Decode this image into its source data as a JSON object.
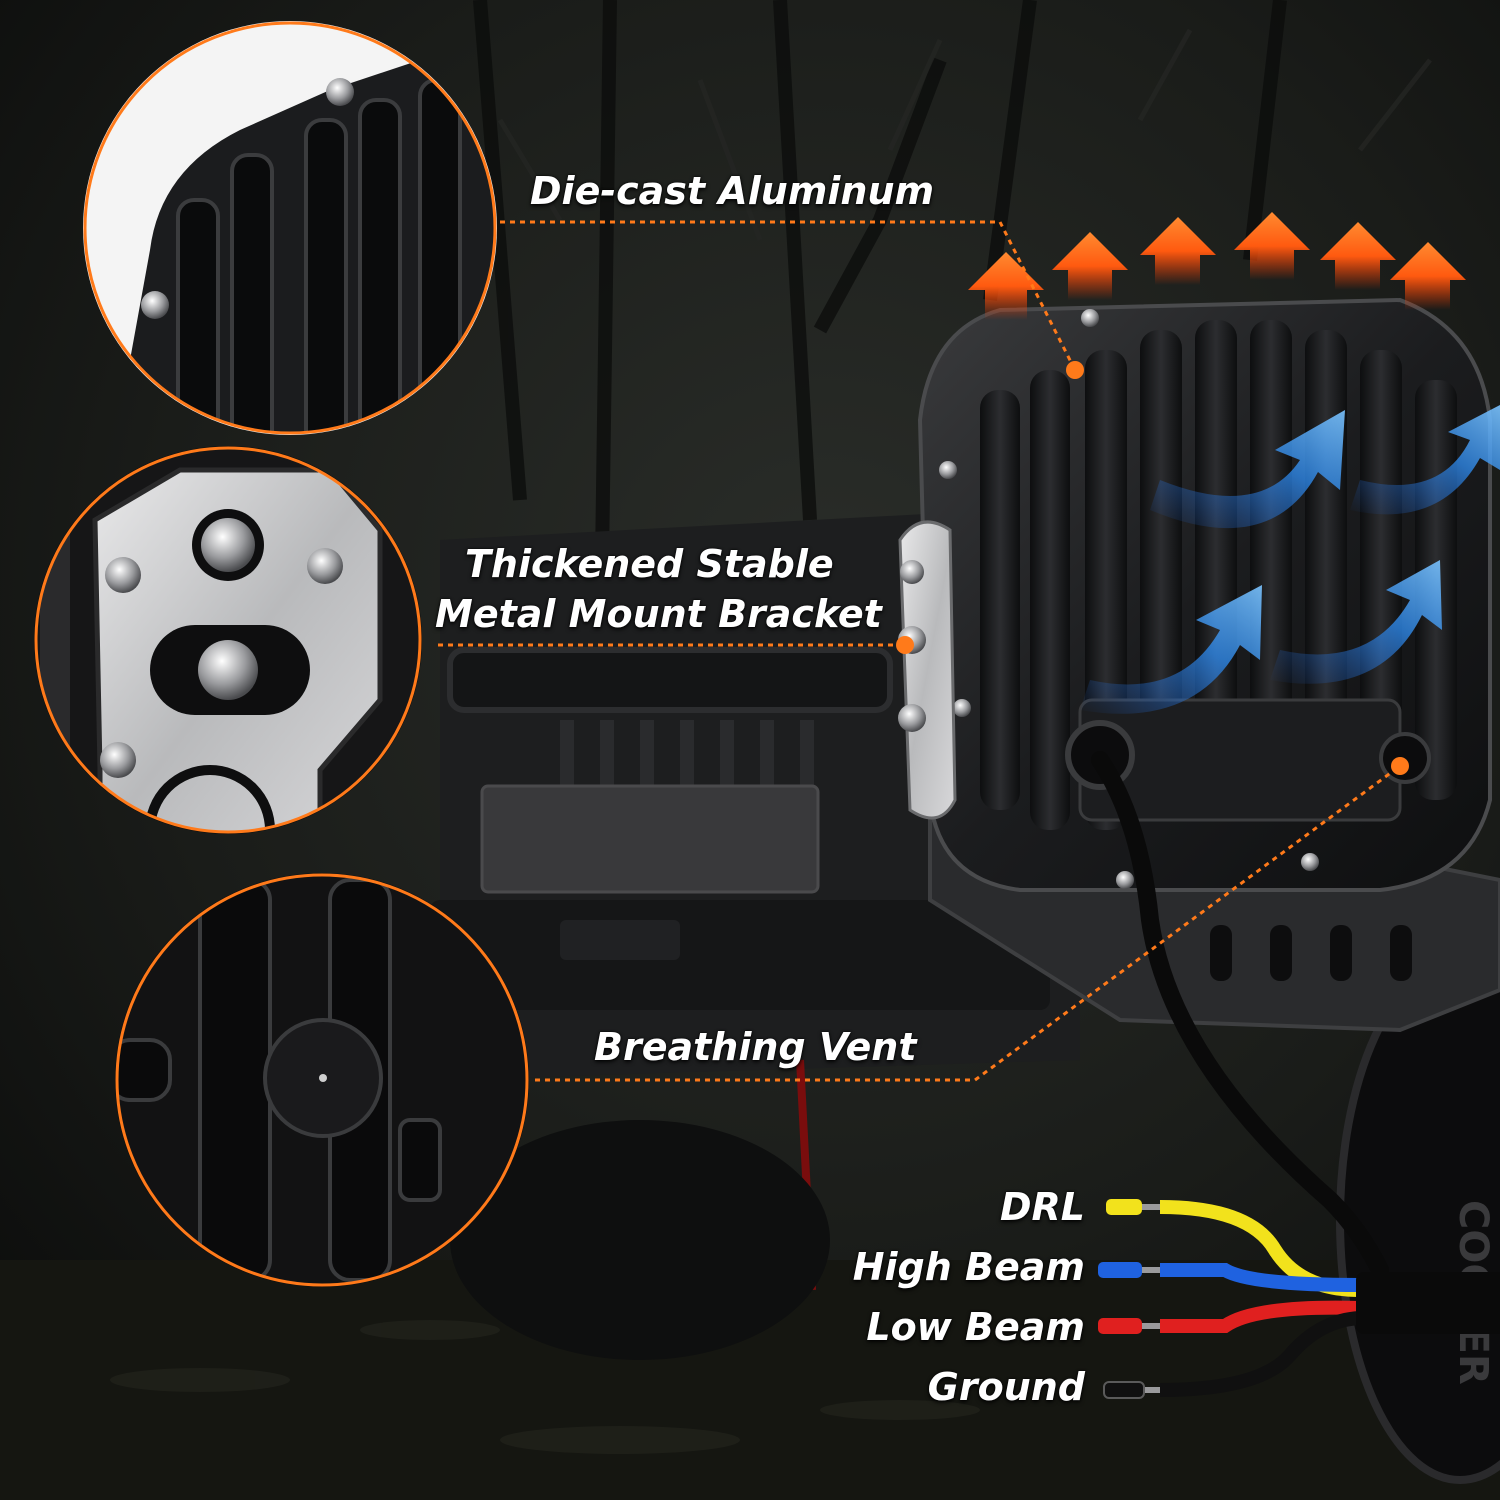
{
  "callouts": {
    "die_cast": "Die-cast Aluminum",
    "bracket_line1": "Thickened Stable",
    "bracket_line2": "Metal Mount Bracket",
    "vent": "Breathing Vent"
  },
  "wires": [
    {
      "label": "DRL",
      "color": "#f2e21c"
    },
    {
      "label": "High Beam",
      "color": "#1f62e0"
    },
    {
      "label": "Low Beam",
      "color": "#e0201f"
    },
    {
      "label": "Ground",
      "color": "#101010"
    }
  ],
  "colors": {
    "accent_orange": "#ff7a1a",
    "airflow_blue": "#2f8cf0",
    "heat_arrow": "#ff5a10"
  }
}
